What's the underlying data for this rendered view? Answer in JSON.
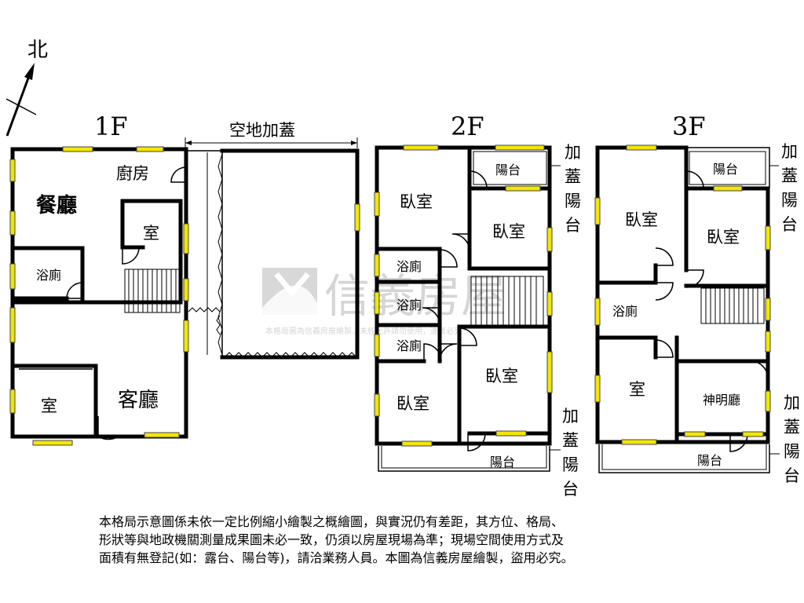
{
  "compass": {
    "north": "北"
  },
  "watermark": {
    "brand": "信義房屋",
    "note": "本格局圖為信義房屋繪製，未經允許請勿使用，違者必究"
  },
  "floor1": {
    "title": "1F",
    "extension": "空地加蓋",
    "rooms": {
      "kitchen": "廚房",
      "dining": "餐廳",
      "room_small": "室",
      "bath": "浴廁",
      "room_bottom": "室",
      "living": "客廳"
    }
  },
  "floor2": {
    "title": "2F",
    "rooms": {
      "bedroom_nw": "臥室",
      "balcony_n": "陽台",
      "bedroom_ne": "臥室",
      "bath_1": "浴廁",
      "bath_2": "浴廁",
      "bath_3": "浴廁",
      "bedroom_se": "臥室",
      "bedroom_sw": "臥室",
      "balcony_s": "陽台"
    },
    "added_balcony_top": [
      "加",
      "蓋",
      "陽",
      "台"
    ],
    "added_balcony_bottom": [
      "加",
      "蓋",
      "陽",
      "台"
    ]
  },
  "floor3": {
    "title": "3F",
    "rooms": {
      "bedroom_nw": "臥室",
      "balcony_n": "陽台",
      "bedroom_ne": "臥室",
      "bath": "浴廁",
      "room_sw": "室",
      "shrine": "神明廳",
      "balcony_s": "陽台"
    },
    "added_balcony_top": [
      "加",
      "蓋",
      "陽",
      "台"
    ],
    "added_balcony_bottom": [
      "加",
      "蓋",
      "陽",
      "台"
    ]
  },
  "disclaimer": [
    "本格局示意圖係未依一定比例縮小繪製之概繪圖，與實況仍有差距，其方位、格局、",
    "形狀等與地政機關測量成果圖未必一致，仍須以房屋現場為準；現場空間使用方式及",
    "面積有無登記(如：露台、陽台等)，請洽業務人員。本圖為信義房屋繪製，盜用必究。"
  ]
}
